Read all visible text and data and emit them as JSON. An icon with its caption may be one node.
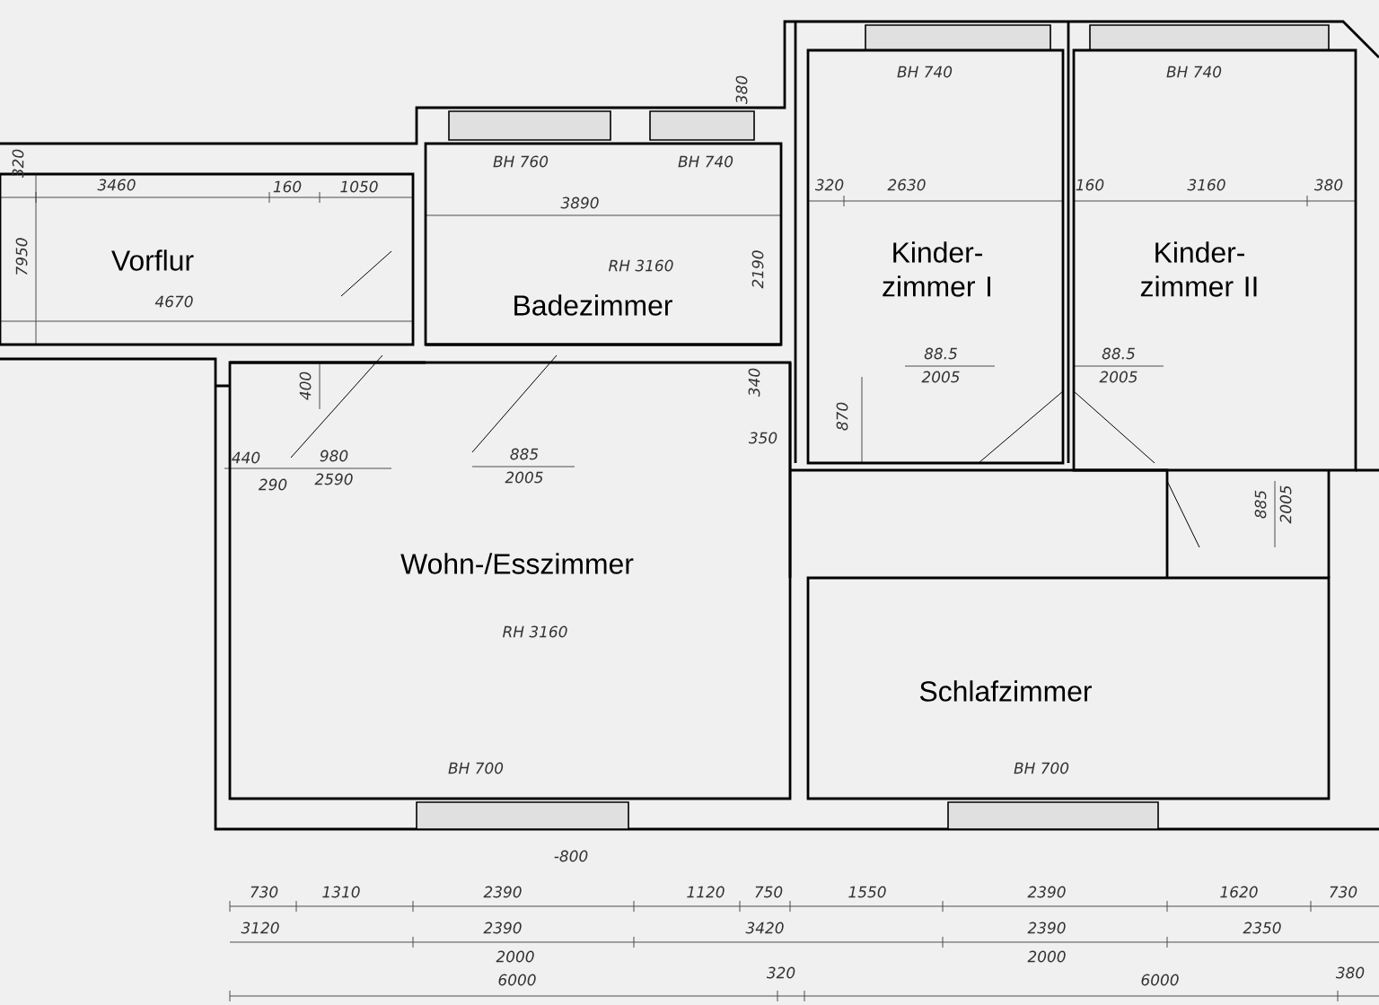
{
  "diagram": {
    "nodes": [
      {
        "text": [
          "Vorflur"
        ]
      },
      {
        "text": [
          "Badezimmer"
        ]
      },
      {
        "text": [
          "Kinder- zimmer I"
        ]
      },
      {
        "text": [
          "Kinder- zimmer II"
        ]
      },
      {
        "text": [
          "Wohn-/Esszimmer"
        ]
      },
      {
        "text": [
          "Schlafzimmer"
        ]
      }
    ],
    "labels": [
      "BH 740",
      "BH 740",
      "380",
      "320",
      "3460",
      "160",
      "1050",
      "BH 760",
      "BH 740",
      "3890",
      "320",
      "2630",
      "160",
      "3160",
      "380",
      "7950",
      "RH 3160",
      "2190",
      "4670",
      "400",
      "340",
      "88.5",
      "2005",
      "88.5",
      "2005",
      "870",
      "350",
      "440",
      "980",
      "885",
      "2005",
      "290",
      "2590",
      "885",
      "2005",
      "RH 3160",
      "BH 700",
      "BH 700",
      "-800",
      "730",
      "1310",
      "2390",
      "1120",
      "750",
      "1550",
      "2390",
      "1620",
      "730",
      "3120",
      "2390",
      "3420",
      "2390",
      "2350",
      "2000",
      "2000",
      "320",
      "380",
      "6000",
      "6000"
    ]
  }
}
